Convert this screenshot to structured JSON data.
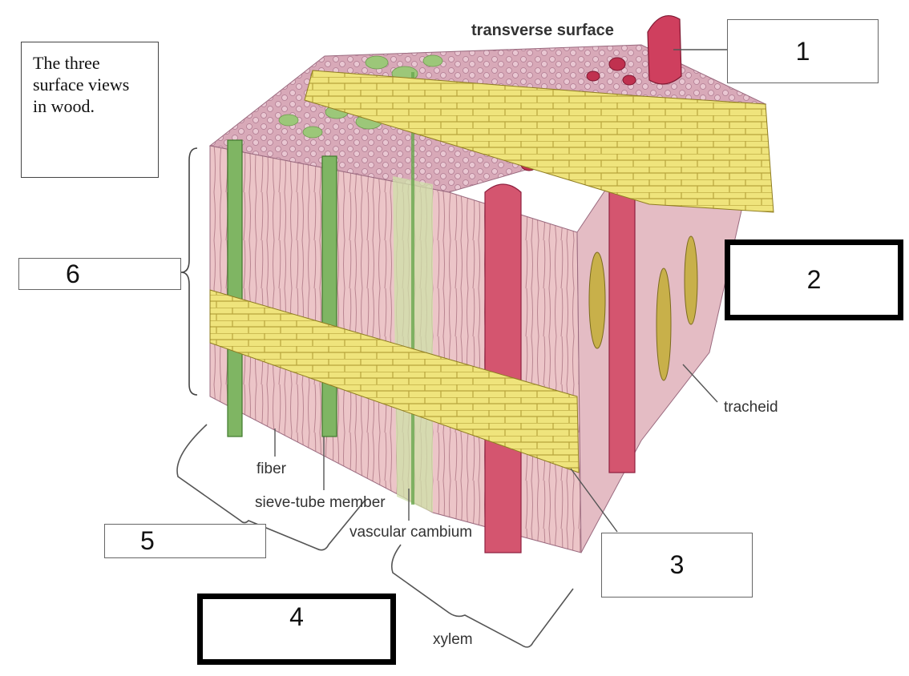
{
  "title_text": "The three surface views in wood.",
  "labels": {
    "transverse": "transverse surface",
    "tracheid": "tracheid",
    "fiber": "fiber",
    "sieve": "sieve-tube member",
    "cambium": "vascular cambium",
    "xylem": "xylem"
  },
  "boxes": {
    "b1": "1",
    "b2": "2",
    "b3": "3",
    "b4": "4",
    "b5": "5",
    "b6": "6"
  },
  "colors": {
    "tissue_pink": "#e9b8c0",
    "vessel_red": "#c93a5e",
    "ray_yellow": "#eee07a",
    "sieve_green": "#6aa84f"
  }
}
